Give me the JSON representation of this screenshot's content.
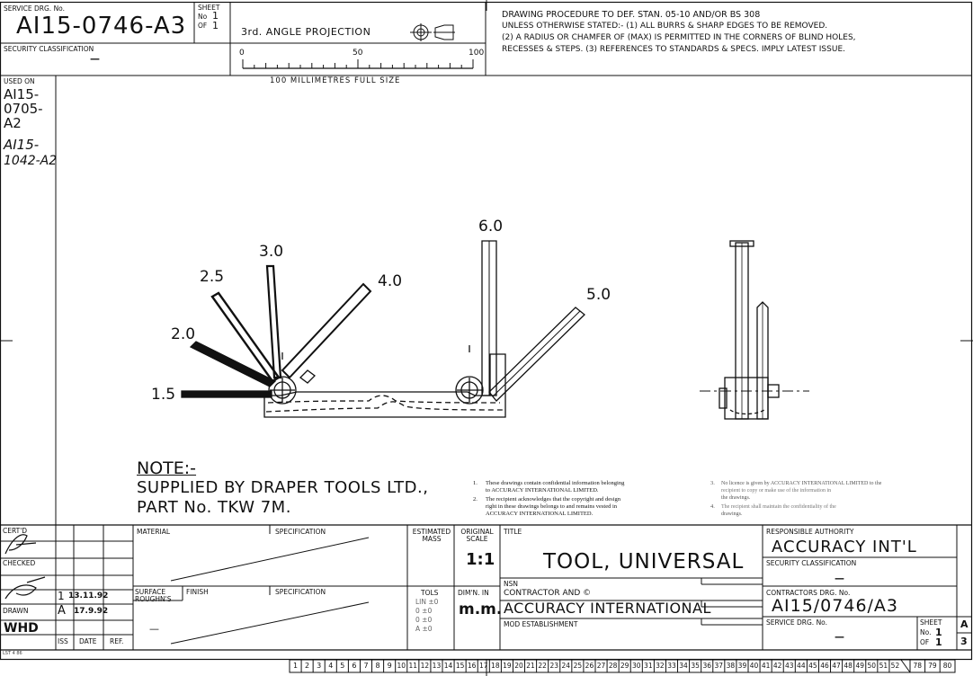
{
  "header": {
    "service_drg_label": "SERVICE DRG. No.",
    "service_drg_value": "AI15-0746-A3",
    "sheet_label": "SHEET",
    "sheet_no_label": "No",
    "sheet_no_value": "1",
    "sheet_of_label": "OF",
    "sheet_of_value": "1",
    "security_label": "SECURITY CLASSIFICATION",
    "security_value": "—",
    "projection_label": "3rd. ANGLE PROJECTION",
    "scale_ticks": [
      "0",
      "50",
      "100"
    ],
    "scale_caption": "100 MILLIMETRES FULL SIZE",
    "procedure_lines": [
      "DRAWING PROCEDURE TO DEF. STAN. 05-10 AND/OR BS 308",
      "UNLESS OTHERWISE STATED:- (1) ALL BURRS & SHARP EDGES TO BE REMOVED.",
      "(2) A RADIUS OR CHAMFER OF     (MAX) IS PERMITTED IN THE CORNERS OF BLIND HOLES,",
      "RECESSES & STEPS. (3) REFERENCES TO STANDARDS & SPECS. IMPLY LATEST ISSUE."
    ]
  },
  "used_on": {
    "label": "USED ON",
    "items": [
      "AI15-",
      "0705-",
      "A2",
      "AI15-",
      "1042-A2"
    ]
  },
  "drawing": {
    "key_sizes": [
      "1.5",
      "2.0",
      "2.5",
      "3.0",
      "4.0",
      "5.0",
      "6.0"
    ]
  },
  "note": {
    "title": "NOTE:-",
    "line1": "SUPPLIED BY DRAPER TOOLS LTD.,",
    "line2": "PART No. TKW 7M."
  },
  "legal": {
    "n1": "1.",
    "t1a": "These drawings contain confidential information belonging",
    "t1b": "to ACCURACY INTERNATIONAL LIMITED.",
    "n2": "2.",
    "t2a": "The recipient acknowledges that the copyright and design",
    "t2b": "right in these drawings belongs to and remains vested in",
    "t2c": "ACCURACY INTERNATIONAL LIMITED.",
    "n3": "3.",
    "t3a": "No licence is given by ACCURACY INTERNATIONAL LIMITED to the",
    "t3b": "recipient to copy or make use of the information in",
    "t3c": "the drawings.",
    "n4": "4.",
    "t4a": "The recipient shall maintain the confidentiality of the",
    "t4b": "drawings."
  },
  "title_block": {
    "certd_label": "CERT'D",
    "checked_label": "CHECKED",
    "drawn_label": "DRAWN",
    "drawn_by": "WHD",
    "iss_label": "ISS",
    "date_label": "DATE",
    "ref_label": "REF.",
    "rev_date_1": "13.11.92",
    "rev_iss": "A",
    "rev_date_2": "17.9.92",
    "rev_num_1": "1",
    "material_label": "MATERIAL",
    "specification_label": "SPECIFICATION",
    "surface_label": "SURFACE ROUGHN'S",
    "finish_label": "FINISH",
    "surface_value": "—",
    "estimated_mass_label": "ESTIMATED MASS",
    "original_scale_label": "ORIGINAL SCALE",
    "original_scale_value": "1:1",
    "tols_label": "TOLS",
    "tols_values": [
      "LIN ±0",
      "0 ±0",
      "0 ±0",
      "A ±0"
    ],
    "dimn_label": "DIM'N. IN",
    "dimn_value": "m.m.",
    "title_label": "TITLE",
    "title_value": "TOOL, UNIVERSAL",
    "nsn_label": "NSN",
    "contractor_label": "CONTRACTOR AND ©",
    "contractor_value": "ACCURACY INTERNATIONAL",
    "mod_label": "MOD ESTABLISHMENT",
    "responsible_label": "RESPONSIBLE AUTHORITY",
    "responsible_value": "ACCURACY INT'L",
    "security_label": "SECURITY CLASSIFICATION",
    "security_value": "—",
    "contractors_drg_label": "CONTRACTORS DRG. No.",
    "contractors_drg_value": "AI15/0746/A3",
    "service_drg_label": "SERVICE DRG. No.",
    "service_drg_value": "—",
    "sheet_label": "SHEET",
    "sheet_no_label": "No.",
    "sheet_no_value": "1",
    "sheet_of_label": "OF",
    "sheet_of_value": "1",
    "size_letter": "A",
    "size_num": "3",
    "stock_ref": "LST 4 86"
  },
  "zone_numbers": [
    "1",
    "2",
    "3",
    "4",
    "5",
    "6",
    "7",
    "8",
    "9",
    "10",
    "11",
    "12",
    "13",
    "14",
    "15",
    "16",
    "17",
    "18",
    "19",
    "20",
    "21",
    "22",
    "23",
    "24",
    "25",
    "26",
    "27",
    "28",
    "29",
    "30",
    "31",
    "32",
    "33",
    "34",
    "35",
    "36",
    "37",
    "38",
    "39",
    "40",
    "41",
    "42",
    "43",
    "44",
    "45",
    "46",
    "47",
    "48",
    "49",
    "50",
    "51",
    "52",
    "78",
    "79",
    "80"
  ]
}
